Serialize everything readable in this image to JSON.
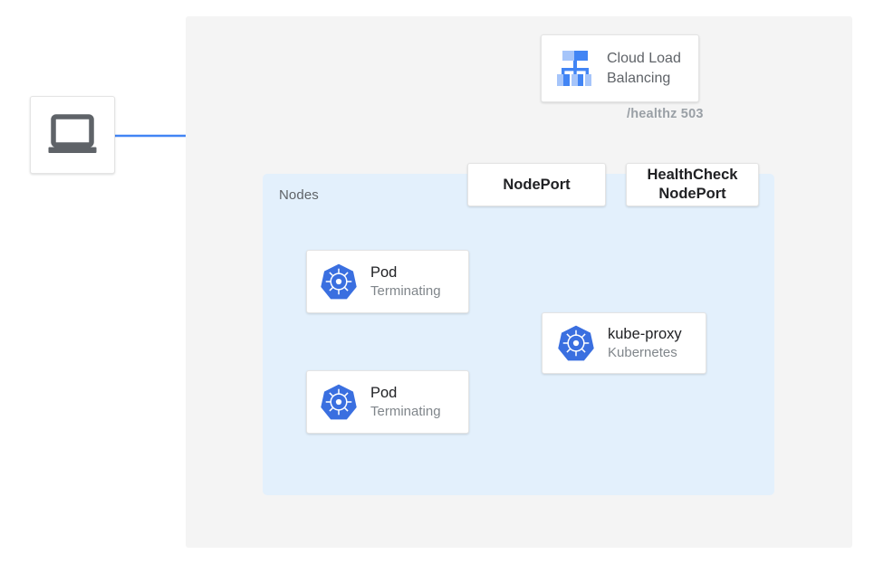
{
  "diagram": {
    "title": "Kubernetes NodePort health check failover diagram",
    "colors": {
      "blue": "#4285f4",
      "red": "#ea4335",
      "panel_gray": "#f4f4f4",
      "nodes_blue": "#e3f0fc",
      "text_dark": "#202124",
      "text_muted": "#5f6368",
      "text_light": "#80868b",
      "label_gray": "#9aa0a6"
    }
  },
  "regions": {
    "outer_panel": {
      "name": "diagram-backdrop"
    },
    "nodes": {
      "label": "Nodes"
    }
  },
  "client": {
    "icon": "laptop-icon"
  },
  "load_balancer": {
    "icon": "cloud-load-balancing-icon",
    "line1": "Cloud Load",
    "line2": "Balancing"
  },
  "healthz": {
    "label": "/healthz 503"
  },
  "ports": [
    {
      "id": "nodeport",
      "line1": "NodePort",
      "line2": ""
    },
    {
      "id": "healthcheck-nodeport",
      "line1": "HealthCheck",
      "line2": "NodePort"
    }
  ],
  "pods": [
    {
      "icon": "kubernetes-icon",
      "title": "Pod",
      "status": "Terminating"
    },
    {
      "icon": "kubernetes-icon",
      "title": "Pod",
      "status": "Terminating"
    }
  ],
  "kube_proxy": {
    "icon": "kubernetes-icon",
    "title": "kube-proxy",
    "subtitle": "Kubernetes"
  },
  "connections": [
    {
      "name": "client-to-load-balancer",
      "style": "solid",
      "color": "#4285f4"
    },
    {
      "name": "load-balancer-to-nodeport",
      "style": "solid",
      "color": "#4285f4"
    },
    {
      "name": "load-balancer-to-healthcheck-nodeport",
      "style": "solid",
      "color": "#ea4335"
    },
    {
      "name": "kube-proxy-to-nodeport",
      "style": "dotted",
      "color": "#4285f4"
    },
    {
      "name": "kube-proxy-to-healthcheck-nodeport",
      "style": "dotted",
      "color": "#ea4335"
    },
    {
      "name": "kube-proxy-to-pods",
      "style": "solid",
      "color": "#4285f4"
    }
  ]
}
